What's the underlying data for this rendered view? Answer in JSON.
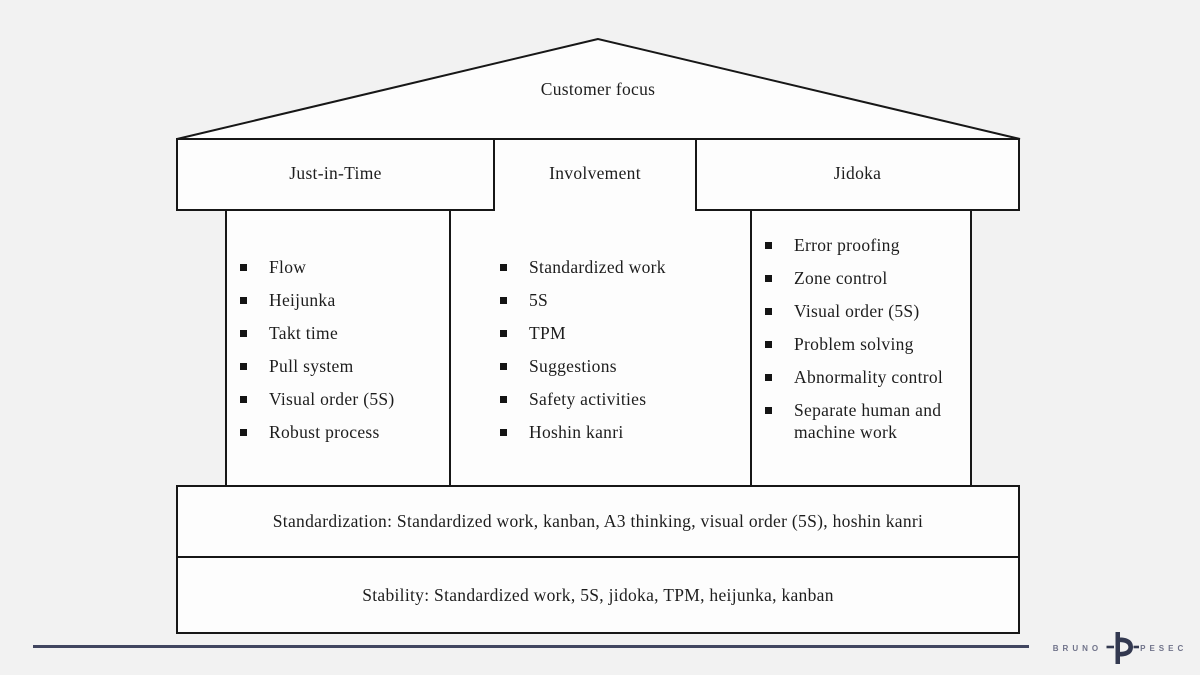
{
  "slide": {
    "roof_label": "Customer focus",
    "pillars": [
      {
        "title": "Just-in-Time",
        "items": [
          "Flow",
          "Heijunka",
          "Takt time",
          "Pull system",
          "Visual order (5S)",
          "Robust process"
        ]
      },
      {
        "title": "Involvement",
        "items": [
          "Standardized work",
          "5S",
          "TPM",
          "Suggestions",
          "Safety activities",
          "Hoshin kanri"
        ]
      },
      {
        "title": "Jidoka",
        "items": [
          "Error proofing",
          "Zone control",
          "Visual order (5S)",
          "Problem solving",
          "Abnormality control",
          "Separate human and machine work"
        ]
      }
    ],
    "foundation_rows": [
      "Standardization:  Standardized work, kanban, A3 thinking, visual order (5S), hoshin kanri",
      "Stability: Standardized work, 5S, jidoka, TPM, heijunka, kanban"
    ]
  },
  "branding": {
    "first_name": "BRUNO",
    "last_name": "PESEC"
  },
  "colors": {
    "background": "#f2f2f2",
    "surface": "#fdfdfd",
    "line_ink": "#171717",
    "text_ink": "#1d1d1d",
    "navy_rule": "#414660",
    "logo_mark": "#333950",
    "logo_text": "#70738a"
  }
}
